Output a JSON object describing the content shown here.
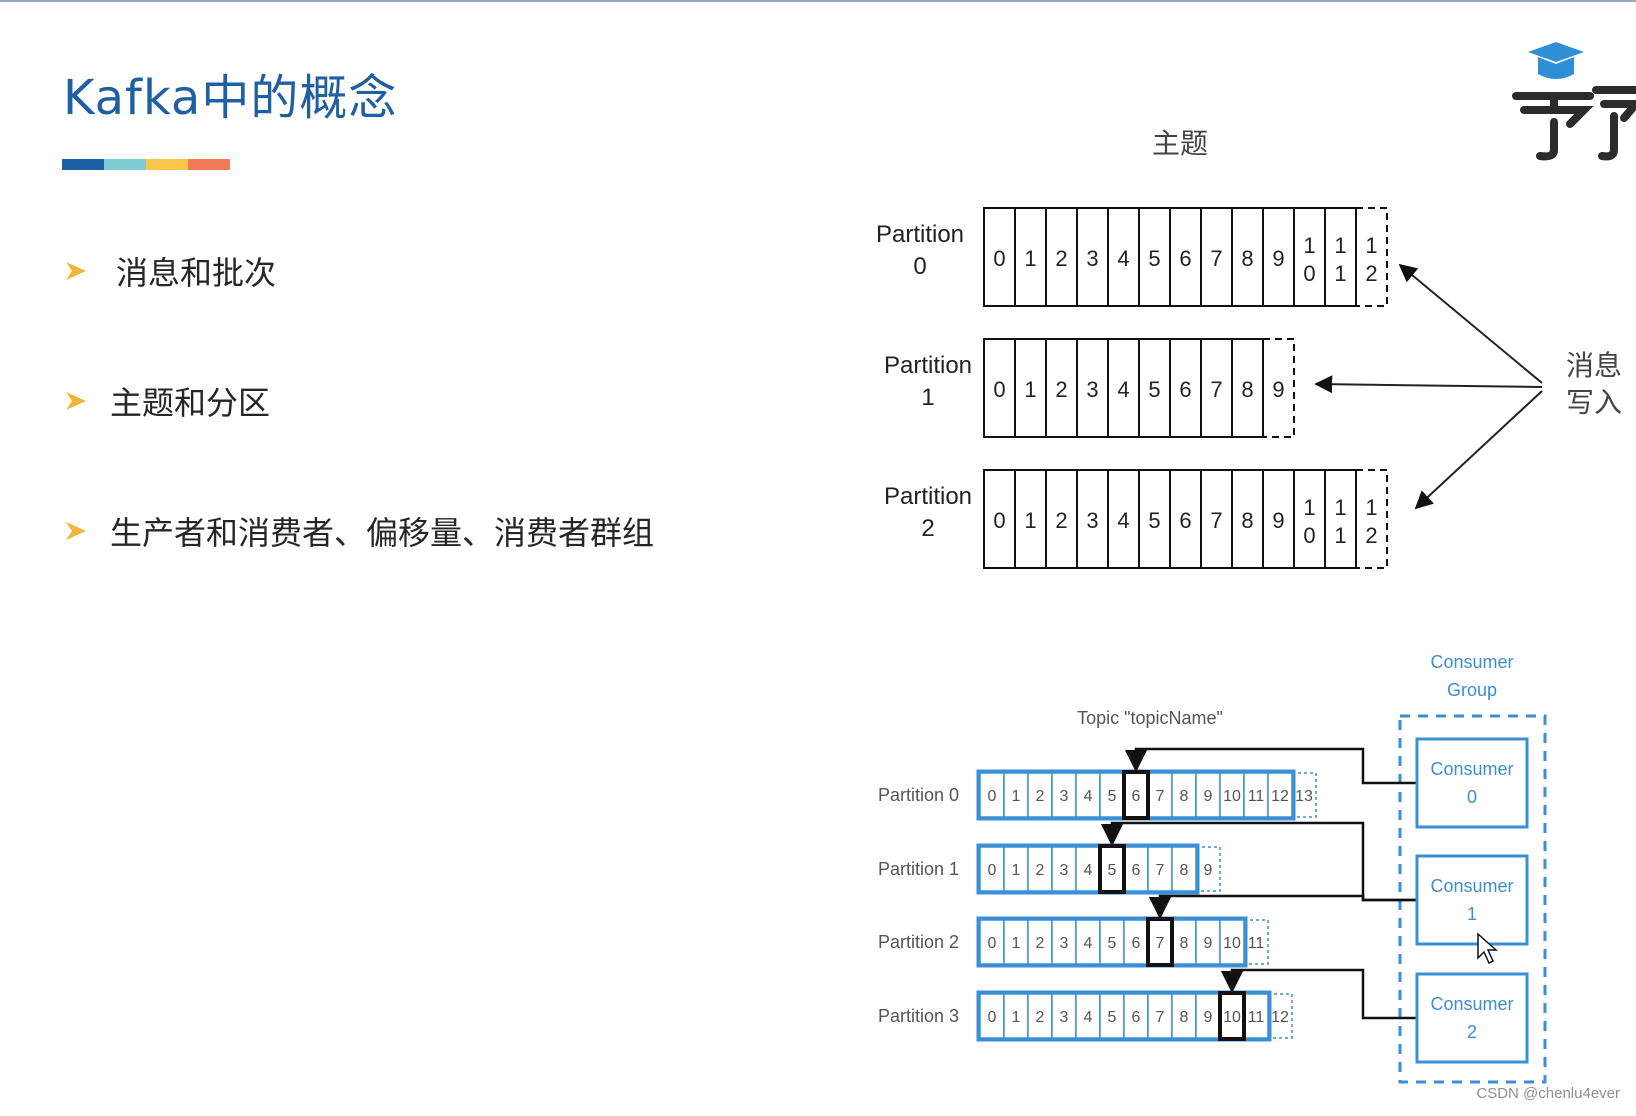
{
  "slide": {
    "title": "Kafka中的概念",
    "accent_colors": [
      "#1f5fa3",
      "#7fcbd0",
      "#f7c64b",
      "#f07a5a"
    ],
    "bullets": [
      {
        "text": "消息和批次"
      },
      {
        "text": "主题和分区"
      },
      {
        "text": "生产者和消费者、偏移量、消费者群组"
      }
    ],
    "bullet_color": "#f3b43a"
  },
  "diagram_top": {
    "title": "主题",
    "write_label": [
      "消息",
      "写入"
    ],
    "partitions": [
      {
        "label_lines": [
          "Partition",
          "0"
        ],
        "cells": [
          "0",
          "1",
          "2",
          "3",
          "4",
          "5",
          "6",
          "7",
          "8",
          "9",
          [
            "1",
            "0"
          ],
          [
            "1",
            "1"
          ]
        ],
        "next": [
          "1",
          "2"
        ]
      },
      {
        "label_lines": [
          "Partition",
          "1"
        ],
        "cells": [
          "0",
          "1",
          "2",
          "3",
          "4",
          "5",
          "6",
          "7",
          "8"
        ],
        "next": "9"
      },
      {
        "label_lines": [
          "Partition",
          "2"
        ],
        "cells": [
          "0",
          "1",
          "2",
          "3",
          "4",
          "5",
          "6",
          "7",
          "8",
          "9",
          [
            "1",
            "0"
          ],
          [
            "1",
            "1"
          ]
        ],
        "next": [
          "1",
          "2"
        ]
      }
    ]
  },
  "diagram_bottom": {
    "topic_label": "Topic \"topicName\"",
    "group_label": [
      "Consumer",
      "Group"
    ],
    "partitions": [
      {
        "label": "Partition 0",
        "cells": [
          "0",
          "1",
          "2",
          "3",
          "4",
          "5",
          "6",
          "7",
          "8",
          "9",
          "10",
          "11",
          "12"
        ],
        "next": "13",
        "consumer_offset": "6"
      },
      {
        "label": "Partition 1",
        "cells": [
          "0",
          "1",
          "2",
          "3",
          "4",
          "5",
          "6",
          "7",
          "8"
        ],
        "next": "9",
        "consumer_offset": "5"
      },
      {
        "label": "Partition 2",
        "cells": [
          "0",
          "1",
          "2",
          "3",
          "4",
          "5",
          "6",
          "7",
          "8",
          "9",
          "10"
        ],
        "next": "11",
        "consumer_offset": "7"
      },
      {
        "label": "Partition 3",
        "cells": [
          "0",
          "1",
          "2",
          "3",
          "4",
          "5",
          "6",
          "7",
          "8",
          "9",
          "10",
          "11"
        ],
        "next": "12",
        "consumer_offset": "10"
      }
    ],
    "consumers": [
      {
        "lines": [
          "Consumer",
          "0"
        ],
        "reads": [
          0
        ]
      },
      {
        "lines": [
          "Consumer",
          "1"
        ],
        "reads": [
          1,
          2
        ]
      },
      {
        "lines": [
          "Consumer",
          "2"
        ],
        "reads": [
          3
        ]
      }
    ],
    "accent": "#3b8fd4"
  },
  "icons": [
    "graduation-cap-logo-icon",
    "bullet-arrow-icon",
    "mouse-cursor-icon"
  ],
  "watermark": "CSDN @chenlu4ever"
}
